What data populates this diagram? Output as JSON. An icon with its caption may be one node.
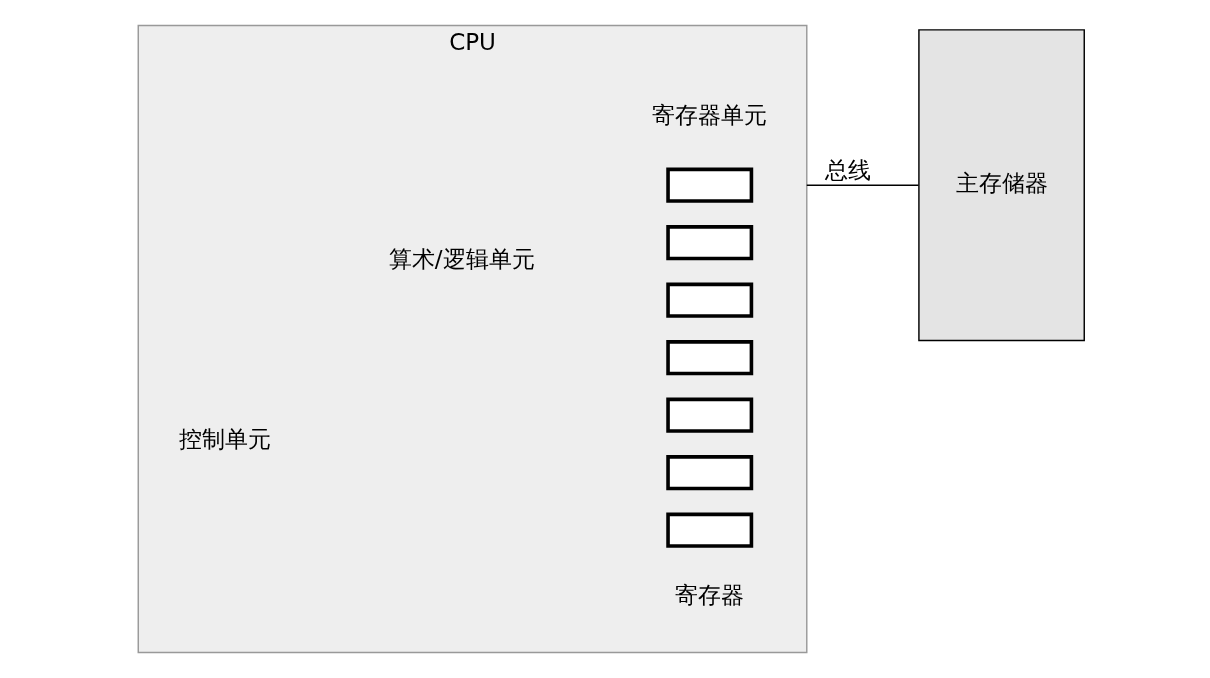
{
  "diagram": {
    "nodes": [
      {
        "text": [
          "CPU"
        ]
      },
      {
        "text": [],
        "shape": "box",
        "in": 0
      },
      {
        "text": [],
        "shape": "box",
        "in": 0
      },
      {
        "text": [],
        "shape": "box",
        "in": 0
      },
      {
        "text": [],
        "shape": "box",
        "in": 0
      },
      {
        "text": [],
        "shape": "box",
        "in": 0
      },
      {
        "text": [],
        "shape": "box",
        "in": 0
      },
      {
        "text": [],
        "shape": "box",
        "in": 0
      },
      {
        "text": [
          "主存储器"
        ]
      }
    ],
    "edges": [
      {
        "from": 0,
        "to": 8,
        "arrow": "none",
        "label": "总线"
      }
    ],
    "labels": [
      "寄存器单元",
      "算术/逻辑单元",
      "控制单元",
      "寄存器"
    ]
  }
}
